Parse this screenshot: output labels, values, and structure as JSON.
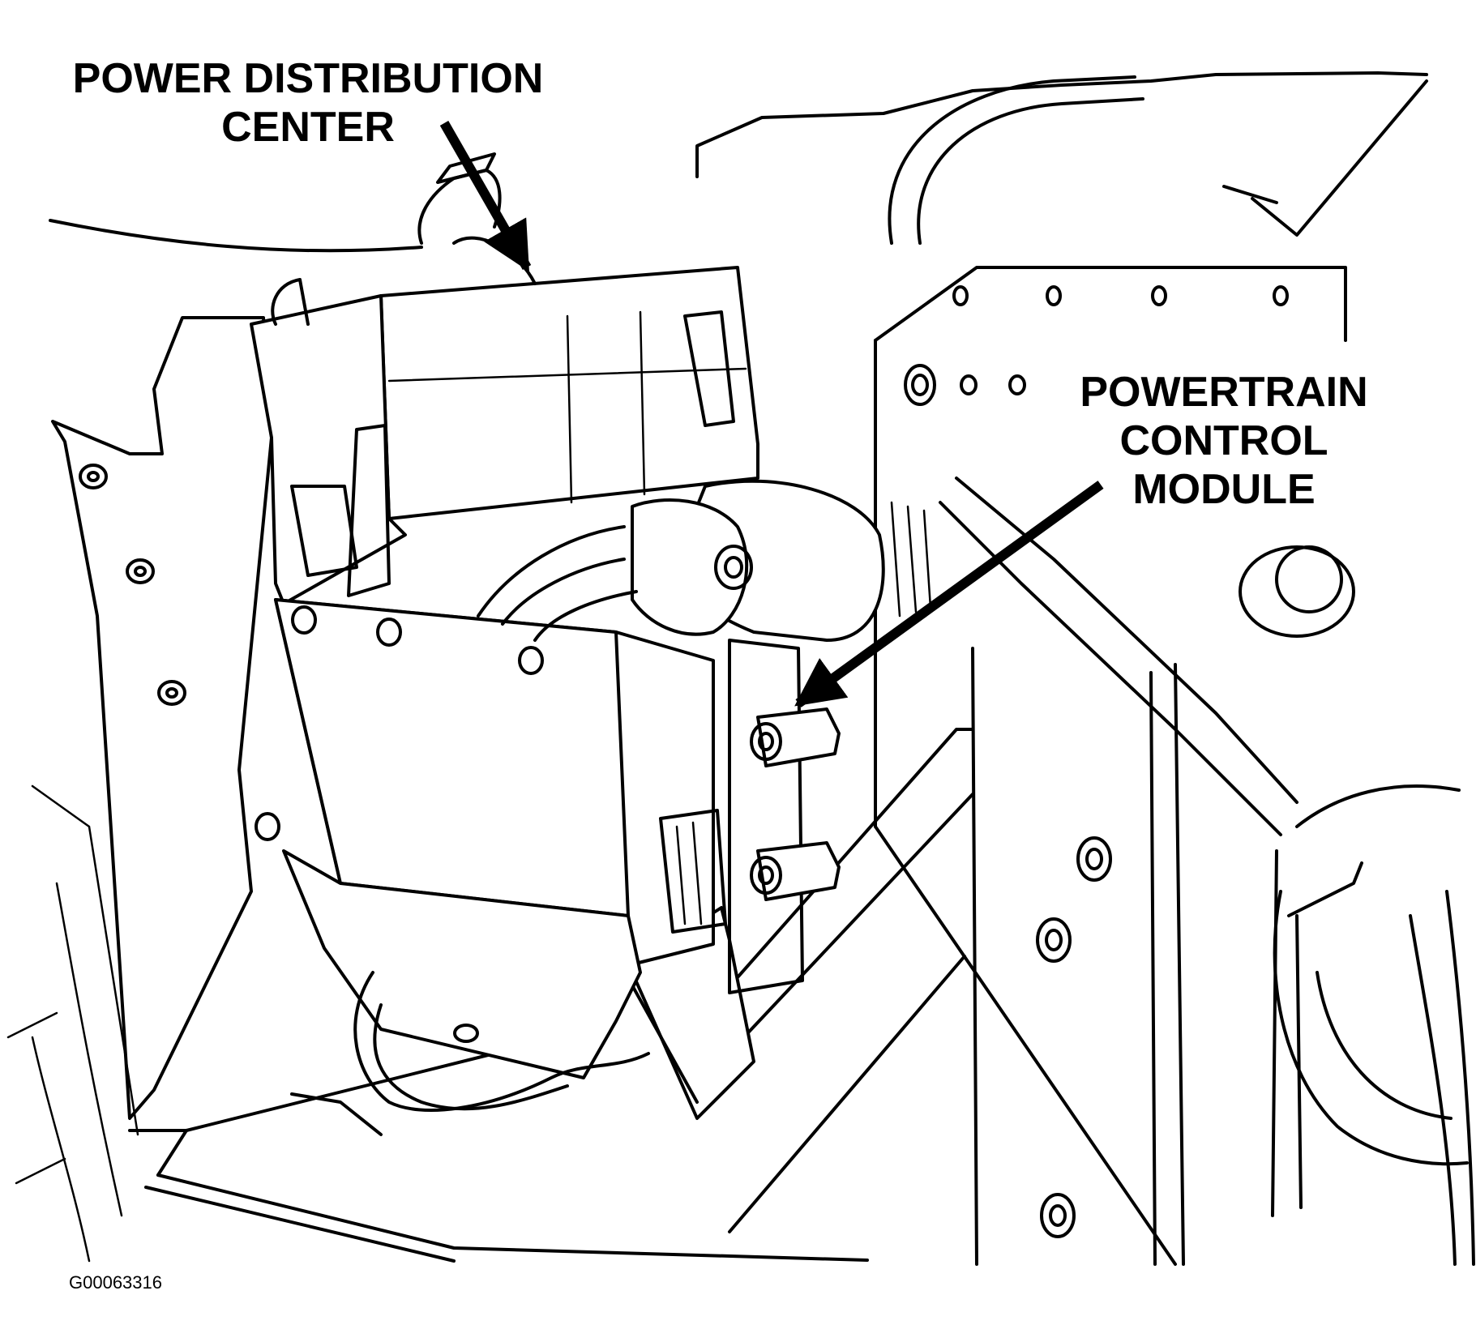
{
  "labels": {
    "power_distribution_center": [
      "POWER DISTRIBUTION",
      "CENTER"
    ],
    "powertrain_control_module": [
      "POWERTRAIN",
      "CONTROL",
      "MODULE"
    ]
  },
  "figure_id": "G00063316"
}
